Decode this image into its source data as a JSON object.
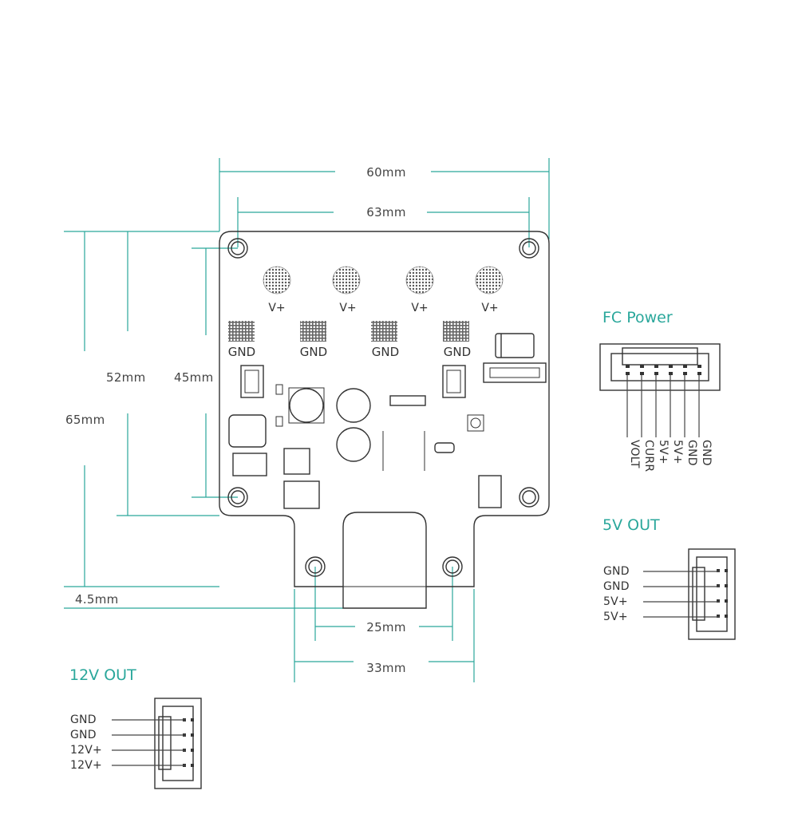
{
  "dimensions": {
    "width_outer": "60mm",
    "width_holes": "63mm",
    "height_left": "52mm",
    "height_holes": "45mm",
    "height_total": "65mm",
    "tab_offset": "4.5mm",
    "tab_holes": "25mm",
    "tab_width": "33mm"
  },
  "board": {
    "vplus_pads": [
      "V+",
      "V+",
      "V+",
      "V+"
    ],
    "gnd_pads": [
      "GND",
      "GND",
      "GND",
      "GND"
    ]
  },
  "fc_power": {
    "title": "FC Power",
    "pins": [
      "VOLT",
      "CURR",
      "5V+",
      "5V+",
      "GND",
      "GND"
    ]
  },
  "out_5v": {
    "title": "5V OUT",
    "pins": [
      "GND",
      "GND",
      "5V+",
      "5V+"
    ]
  },
  "out_12v": {
    "title": "12V OUT",
    "pins": [
      "GND",
      "GND",
      "12V+",
      "12V+"
    ]
  },
  "colors": {
    "accent": "#2aa79b",
    "outline": "#333333",
    "text": "#444444"
  },
  "icons": [
    "mounting-hole-icon",
    "connector-icon",
    "capacitor-icon",
    "pad-grid-icon"
  ]
}
